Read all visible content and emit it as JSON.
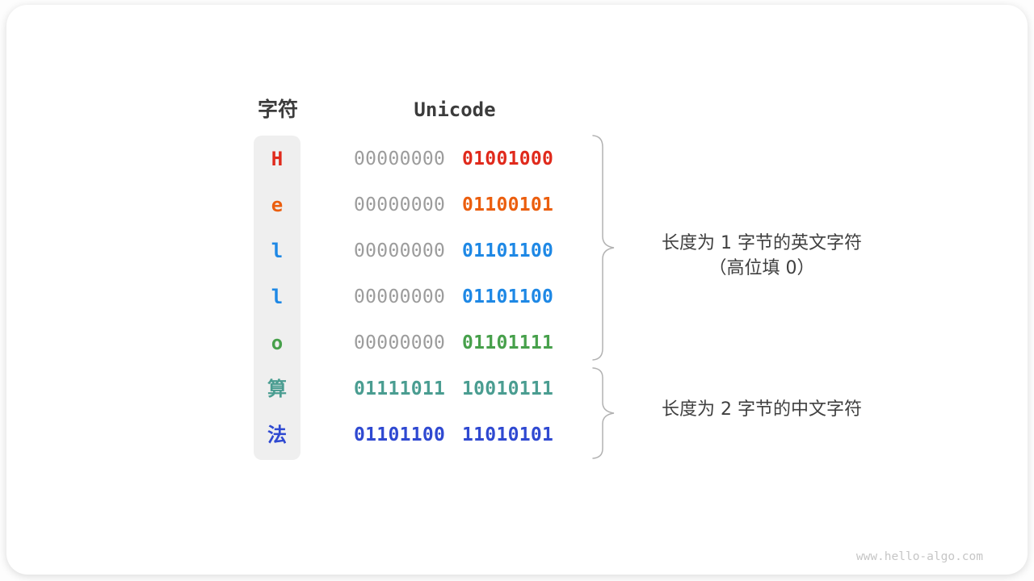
{
  "table": {
    "char_header": "字符",
    "unicode_header": "Unicode",
    "rows": [
      {
        "char": "H",
        "color": "#e02a1c",
        "byte1": "00000000",
        "byte1_color": "#9c9c9c",
        "byte2": "01001000",
        "byte2_color": "#e02a1c"
      },
      {
        "char": "e",
        "color": "#eb5e0e",
        "byte1": "00000000",
        "byte1_color": "#9c9c9c",
        "byte2": "01100101",
        "byte2_color": "#eb5e0e"
      },
      {
        "char": "l",
        "color": "#1e88e5",
        "byte1": "00000000",
        "byte1_color": "#9c9c9c",
        "byte2": "01101100",
        "byte2_color": "#1e88e5"
      },
      {
        "char": "l",
        "color": "#1e88e5",
        "byte1": "00000000",
        "byte1_color": "#9c9c9c",
        "byte2": "01101100",
        "byte2_color": "#1e88e5"
      },
      {
        "char": "o",
        "color": "#47a04b",
        "byte1": "00000000",
        "byte1_color": "#9c9c9c",
        "byte2": "01101111",
        "byte2_color": "#47a04b"
      },
      {
        "char": "算",
        "color": "#4a9d91",
        "byte1": "01111011",
        "byte1_color": "#4a9d91",
        "byte2": "10010111",
        "byte2_color": "#4a9d91"
      },
      {
        "char": "法",
        "color": "#2f49d1",
        "byte1": "01101100",
        "byte1_color": "#2f49d1",
        "byte2": "11010101",
        "byte2_color": "#2f49d1"
      }
    ]
  },
  "annotations": {
    "group1_line1": "长度为 1 字节的英文字符",
    "group1_line2": "（高位填 0）",
    "group2_line1": "长度为 2 字节的中文字符"
  },
  "watermark": "www.hello-algo.com",
  "colors": {
    "header_text": "#3c3c3c",
    "dim_byte": "#9c9c9c",
    "brace": "#b2b2b2",
    "column_bg": "#efefef",
    "watermark": "#c6c6c6"
  }
}
